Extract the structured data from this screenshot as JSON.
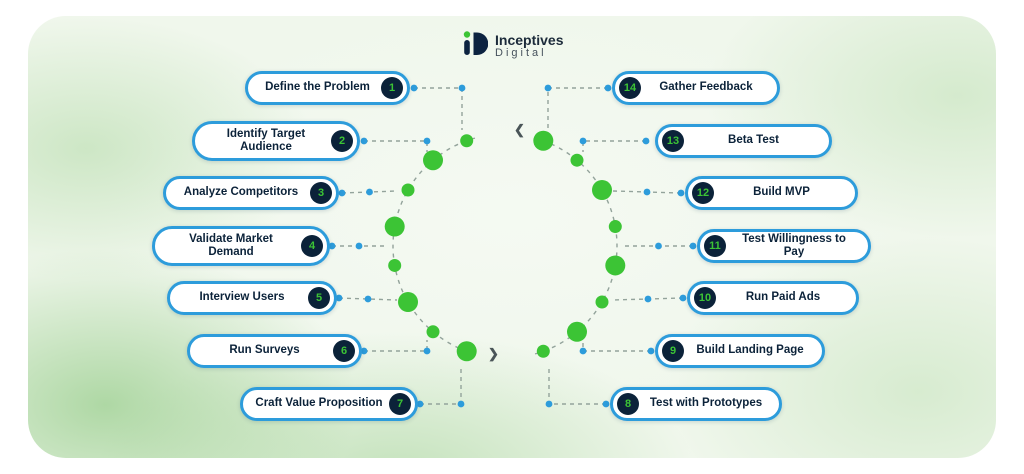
{
  "logo": {
    "name": "Inceptives",
    "subname": "Digital",
    "monogram": "iD"
  },
  "steps": [
    {
      "number": "1",
      "label": "Define the Problem"
    },
    {
      "number": "2",
      "label": "Identify Target Audience"
    },
    {
      "number": "3",
      "label": "Analyze Competitors"
    },
    {
      "number": "4",
      "label": "Validate Market Demand"
    },
    {
      "number": "5",
      "label": "Interview Users"
    },
    {
      "number": "6",
      "label": "Run Surveys"
    },
    {
      "number": "7",
      "label": "Craft Value Proposition"
    },
    {
      "number": "8",
      "label": "Test with Prototypes"
    },
    {
      "number": "9",
      "label": "Build Landing Page"
    },
    {
      "number": "10",
      "label": "Run Paid Ads"
    },
    {
      "number": "11",
      "label": "Test Willingness to Pay"
    },
    {
      "number": "12",
      "label": "Build MVP"
    },
    {
      "number": "13",
      "label": "Beta Test"
    },
    {
      "number": "14",
      "label": "Gather Feedback"
    }
  ],
  "icons": {
    "flow_arrow_top": "❮",
    "flow_arrow_bottom": "❯"
  },
  "colors": {
    "accent": "#2d9cdb",
    "green": "#3cc435",
    "navy": "#0b2239",
    "dash": "#93a39b"
  }
}
